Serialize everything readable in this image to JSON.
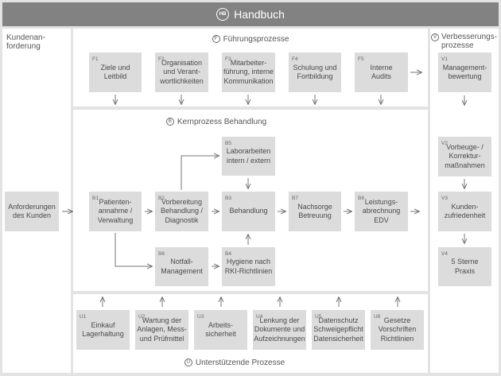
{
  "header": {
    "badge": "HB",
    "title": "Handbuch"
  },
  "left_column": {
    "title": "Kundenan-\nforderung"
  },
  "right_column": {
    "title": "Verbesserungs-\nprozesse",
    "letter": "V"
  },
  "fuehrung": {
    "letter": "F",
    "title": "Führungsprozesse",
    "boxes": [
      {
        "code": "F1",
        "label": "Ziele und\nLeitbild"
      },
      {
        "code": "F2",
        "label": "Organisation\nund Verant-\nwortlichkeiten"
      },
      {
        "code": "F3",
        "label": "Mitarbeiter-\nführung, interne\nKommunikation"
      },
      {
        "code": "F4",
        "label": "Schulung und\nFortbildung"
      },
      {
        "code": "F5",
        "label": "Interne\nAudits"
      }
    ]
  },
  "kern": {
    "letter": "B",
    "title": "Kernprozess Behandlung",
    "boxes": [
      {
        "code": "B1",
        "label": "Patienten-\nannahme /\nVerwaltung"
      },
      {
        "code": "B2",
        "label": "Vorbereitung\nBehandlung /\nDiagnostik"
      },
      {
        "code": "B3",
        "label": "Behandlung"
      },
      {
        "code": "B7",
        "label": "Nachsorge\nBetreuung"
      },
      {
        "code": "B8",
        "label": "Leistungs-\nabrechnung\nEDV"
      },
      {
        "code": "B5",
        "label": "Laborarbeiten\nintern / extern"
      },
      {
        "code": "B6",
        "label": "Notfall-\nManagement"
      },
      {
        "code": "B4",
        "label": "Hygiene nach\nRKI-Richtlinien"
      }
    ]
  },
  "anforderung": {
    "label": "Anforderungen\ndes Kunden"
  },
  "verbesserung": {
    "boxes": [
      {
        "code": "V1",
        "label": "Management-\nbewertung"
      },
      {
        "code": "V2",
        "label": "Vorbeuge- /\nKorrektur-\nmaßnahmen"
      },
      {
        "code": "V3",
        "label": "Kunden-\nzufriedenheit"
      },
      {
        "code": "V4",
        "label": "5 Sterne\nPraxis"
      }
    ]
  },
  "unterstuetzung": {
    "letter": "U",
    "title": "Unterstützende Prozesse",
    "boxes": [
      {
        "code": "U1",
        "label": "Einkauf\nLagerhaltung"
      },
      {
        "code": "U2",
        "label": "Wartung der\nAnlagen, Mess-\nund Prüfmittel"
      },
      {
        "code": "U3",
        "label": "Arbeits-\nsicherheit"
      },
      {
        "code": "U4",
        "label": "Lenkung der\nDokumente und\nAufzeichnungen"
      },
      {
        "code": "U5",
        "label": "Datenschutz\nSchweigepflicht\nDatensicherheit"
      },
      {
        "code": "U6",
        "label": "Gesetze\nVorschriften\nRichtlinien"
      }
    ]
  }
}
